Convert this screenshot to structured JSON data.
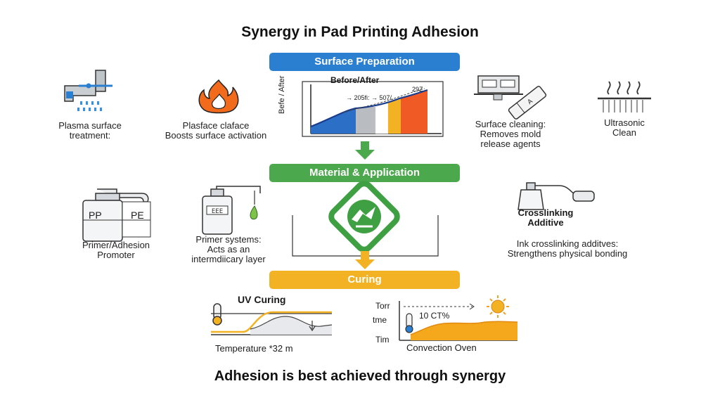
{
  "title": "Synergy in Pad Printing Adhesion",
  "footer": "Adhesion is best achieved through synergy",
  "colors": {
    "blue": "#2a7fd0",
    "green": "#4ca84c",
    "orange": "#f3b224"
  },
  "sections": {
    "surface": {
      "label": "Surface Preparation",
      "plasma": {
        "line1": "Plasma surface",
        "line2": "treatment:"
      },
      "flame": {
        "line1": "Plasface claface",
        "line2": "Boosts surface activation"
      },
      "chart": {
        "title": "Before/After",
        "ylabel": "Befe / After",
        "ann1": "→ 205fi:",
        "ann2": "→ 507/.",
        "ann3": "29Z"
      },
      "cleaning": {
        "line1": "Surface cleaning:",
        "line2": "Removes mold",
        "line3": "release agents"
      },
      "ultrasonic": {
        "line1": "Ultrasonic",
        "line2": "Clean"
      }
    },
    "material": {
      "label": "Material & Application",
      "primer_bottle": {
        "tag1": "PP",
        "tag2": "PE"
      },
      "primer": {
        "line1": "Primer/Adhesion",
        "line2": "Promoter"
      },
      "primer_systems": {
        "line1": "Primer systems:",
        "line2": "Acts as an",
        "line3": "intermdiicary layer"
      },
      "crosslink_tag": {
        "line1": "Crosslinking",
        "line2": "Additive"
      },
      "crosslink": {
        "line1": "Ink crosslinking additves:",
        "line2": "Strengthens physical bonding"
      }
    },
    "curing": {
      "label": "Curing",
      "uv": {
        "title": "UV Curing",
        "caption": "Temperature *32 m"
      },
      "oven": {
        "y_top": "Torr",
        "y_mid": "tme",
        "y_bot": "Tim",
        "value": "10 CT%",
        "caption": "Convection Oven"
      }
    }
  }
}
